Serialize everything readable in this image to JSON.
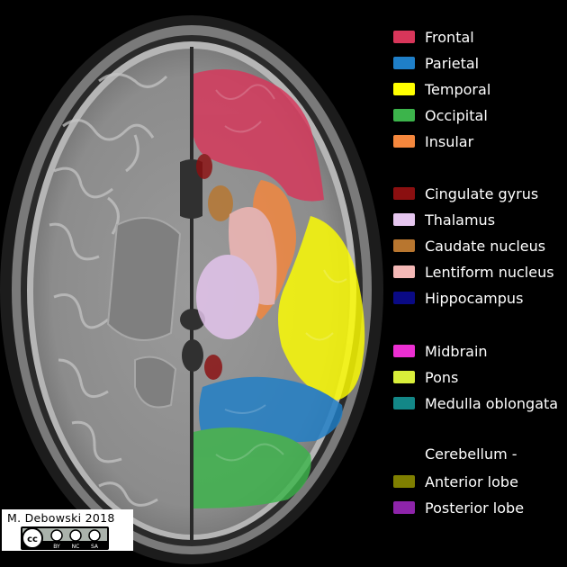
{
  "legend": {
    "items": [
      {
        "label": "Frontal",
        "color": "#d8365a"
      },
      {
        "label": "Parietal",
        "color": "#1f7fc8"
      },
      {
        "label": "Temporal",
        "color": "#ffff00"
      },
      {
        "label": "Occipital",
        "color": "#3cb44b"
      },
      {
        "label": "Insular",
        "color": "#f5873d"
      },
      {
        "label": "Cingulate gyrus",
        "color": "#8b0f10"
      },
      {
        "label": "Thalamus",
        "color": "#e6c6ef"
      },
      {
        "label": "Caudate nucleus",
        "color": "#b8762f"
      },
      {
        "label": "Lentiform nucleus",
        "color": "#f4b8b6"
      },
      {
        "label": "Hippocampus",
        "color": "#0a0a85"
      },
      {
        "label": "Midbrain",
        "color": "#ec2fd2"
      },
      {
        "label": "Pons",
        "color": "#d9ee3a"
      },
      {
        "label": "Medulla oblongata",
        "color": "#138787"
      },
      {
        "label": "Anterior lobe",
        "color": "#7f7f00"
      },
      {
        "label": "Posterior lobe",
        "color": "#8e24aa"
      }
    ],
    "cerebellum_heading": "Cerebellum -"
  },
  "credit": {
    "author": "M. Debowski 2018",
    "license_labels": [
      "BY",
      "NC",
      "SA"
    ]
  }
}
